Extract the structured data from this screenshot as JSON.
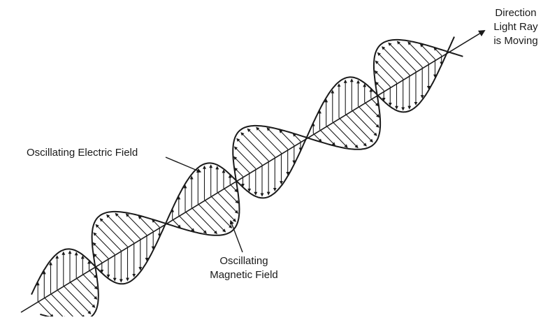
{
  "labels": {
    "direction": [
      "Direction",
      "Light Ray",
      "is Moving"
    ],
    "electric": "Oscillating Electric Field",
    "magnetic": [
      "Oscillating",
      "Magnetic Field"
    ]
  },
  "colors": {
    "ink": "#1a1a1a",
    "background": "#ffffff"
  }
}
